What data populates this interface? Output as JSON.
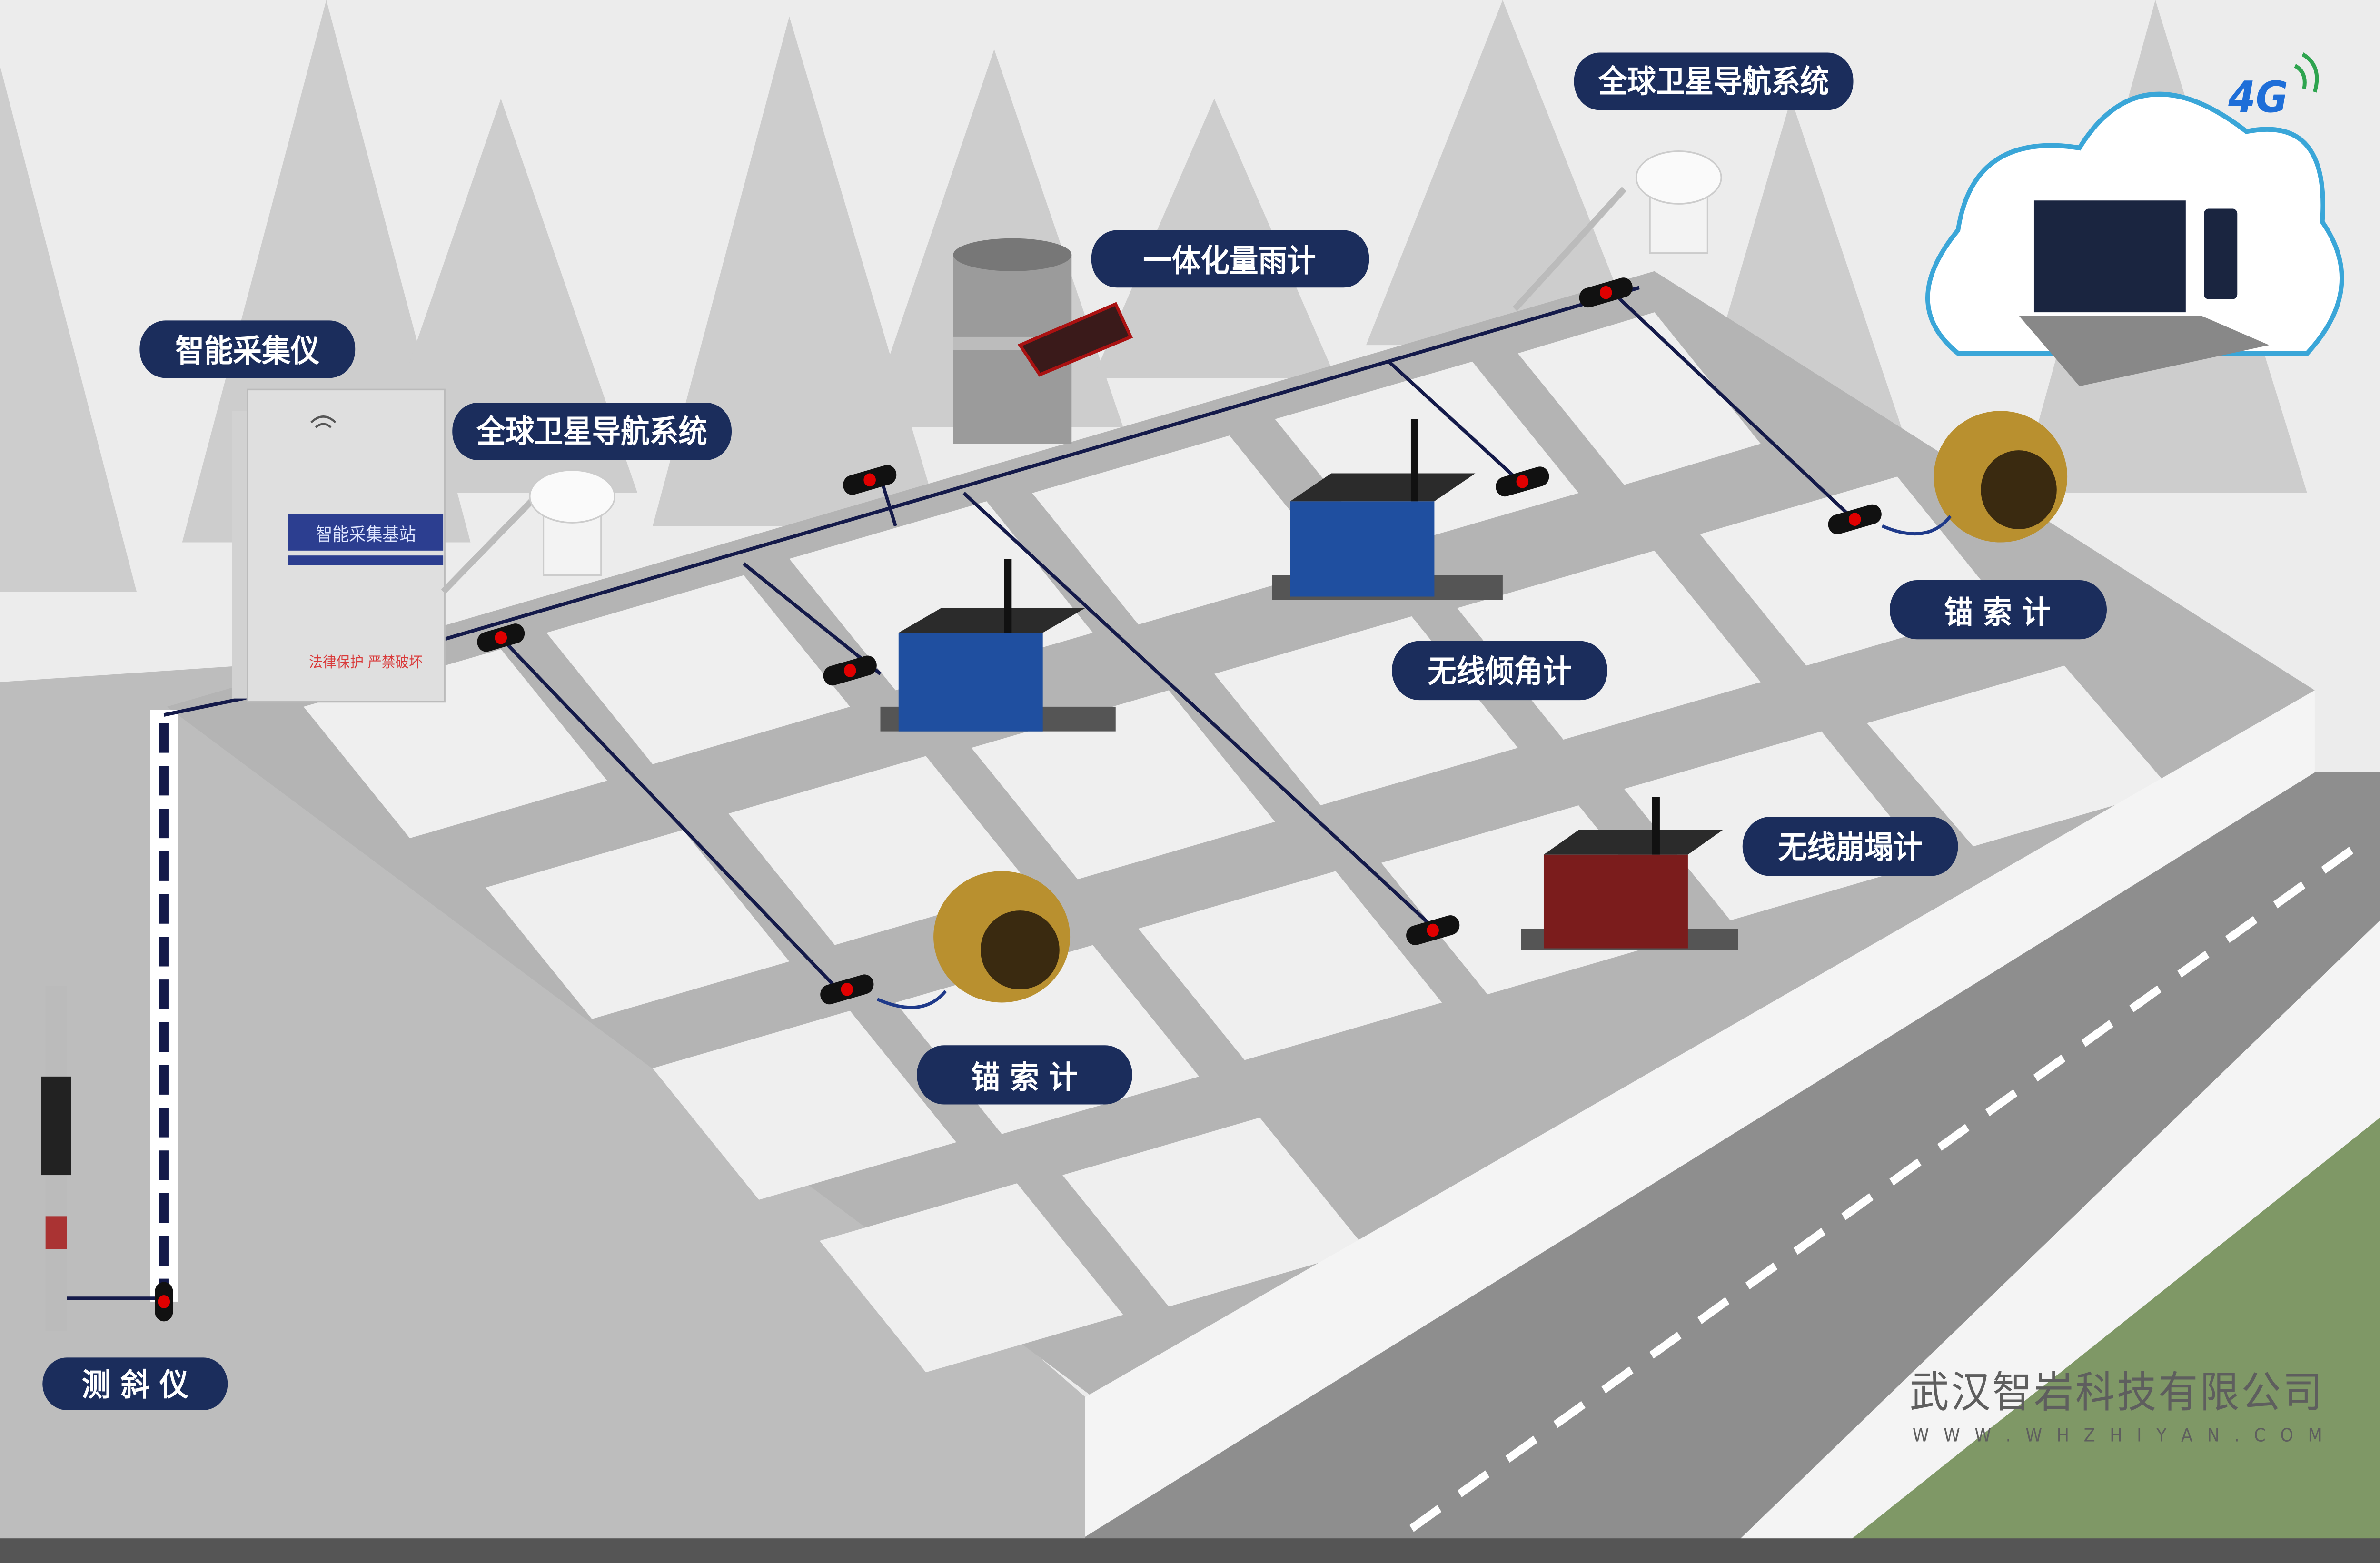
{
  "title": "Slope monitoring system diagram",
  "labels": {
    "collector": "智能采集仪",
    "gnss_left": "全球卫星导航系统",
    "rain_gauge": "一体化量雨计",
    "gnss_right": "全球卫星导航系统",
    "tilt_meter": "无线倾角计",
    "anchor_right": "锚 索 计",
    "collapse_meter": "无线崩塌计",
    "anchor_left": "锚 索 计",
    "inclinometer": "测 斜 仪"
  },
  "collector_box": {
    "band_text": "智能采集基站",
    "warning_text": "法律保护  严禁破坏"
  },
  "network_badge": "4G",
  "company": {
    "name": "武汉智岩科技有限公司",
    "url": "W W W . W H Z H I Y A N . C O M"
  },
  "colors": {
    "label_bg": "#1b2d5c",
    "cable": "#141a4a",
    "connector_dot": "#e00000",
    "grass": "#7f9866"
  }
}
